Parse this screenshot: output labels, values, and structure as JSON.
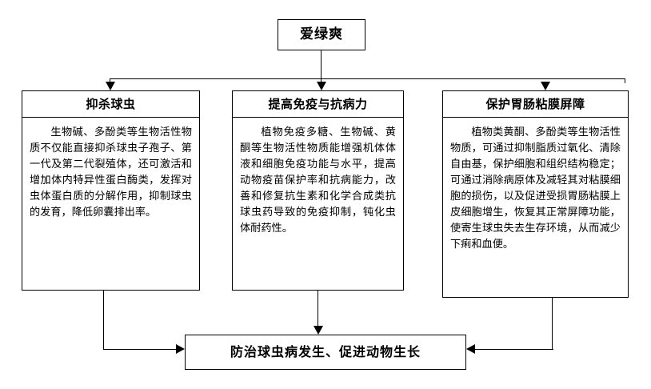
{
  "diagram": {
    "type": "flowchart",
    "root": {
      "label": "爱绿爽"
    },
    "pillars": [
      {
        "title": "抑杀球虫",
        "body": "生物碱、多酚类等生物活性物质不仅能直接抑杀球虫子孢子、第一代及第二代裂殖体，还可激活和增加体内特异性蛋白酶类，发挥对虫体蛋白质的分解作用，抑制球虫的发育，降低卵囊排出率。"
      },
      {
        "title": "提高免疫与抗病力",
        "body": "植物免疫多糖、生物碱、黄酮等生物活性物质能增强机体体液和细胞免疫功能与水平，提高动物疫苗保护率和抗病能力，改善和修复抗生素和化学合成类抗球虫药导致的免疫抑制，钝化虫体耐药性。"
      },
      {
        "title": "保护胃肠粘膜屏障",
        "body": "植物类黄酮、多酚类等生物活性物质，可通过抑制脂质过氧化、清除自由基，保护细胞和组织结构稳定；可通过消除病原体及减轻其对粘膜细胞的损伤，以及促进受损胃肠粘膜上皮细胞增生，恢复其正常屏障功能，使寄生球虫失去生存环境，从而减少下痢和血便。"
      }
    ],
    "outcome": {
      "label": "防治球虫病发生、促进动物生长"
    },
    "colors": {
      "line": "#000000",
      "text": "#000000",
      "background": "#ffffff"
    }
  }
}
